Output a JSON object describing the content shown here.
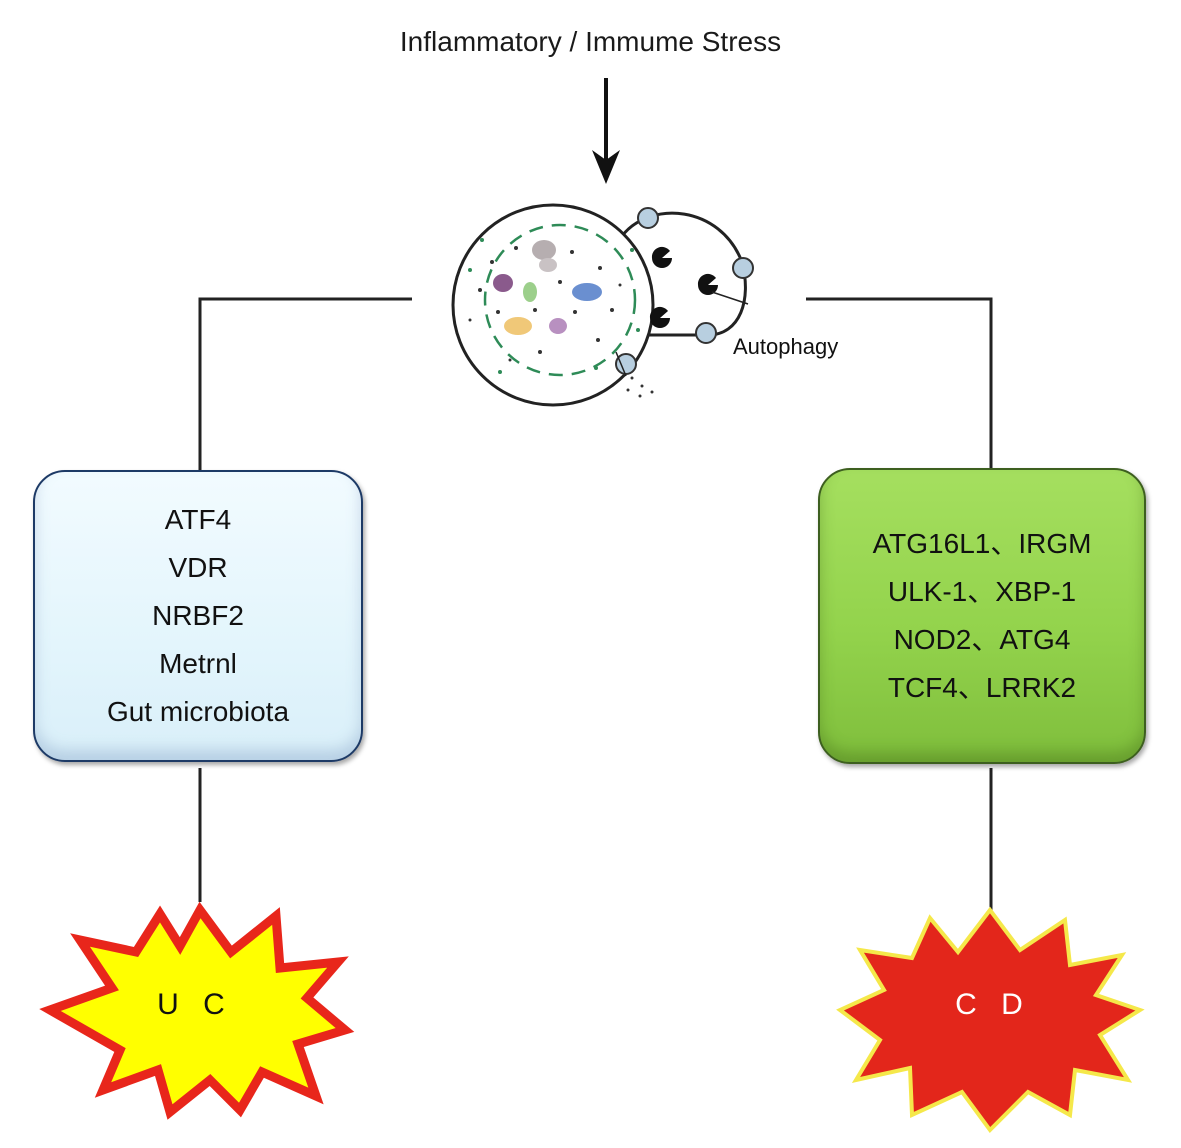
{
  "header": {
    "title": "Inflammatory / Immume Stress"
  },
  "cell": {
    "autophagy_label": "Autophagy"
  },
  "uc_box": {
    "items": [
      "ATF4",
      "VDR",
      "NRBF2",
      "Metrnl",
      "Gut microbiota"
    ]
  },
  "cd_box": {
    "items": [
      "ATG16L1、IRGM",
      "ULK-1、XBP-1",
      "NOD2、ATG4",
      "TCF4、LRRK2"
    ]
  },
  "outcomes": {
    "uc": "U C",
    "cd": "C D"
  },
  "colors": {
    "uc_box_fill": "#e3f5fc",
    "cd_box_fill": "#93d34c",
    "uc_burst_fill": "#ffff00",
    "uc_burst_stroke": "#e8261b",
    "cd_burst_fill": "#e3261b",
    "cd_burst_stroke": "#f5e84a"
  }
}
